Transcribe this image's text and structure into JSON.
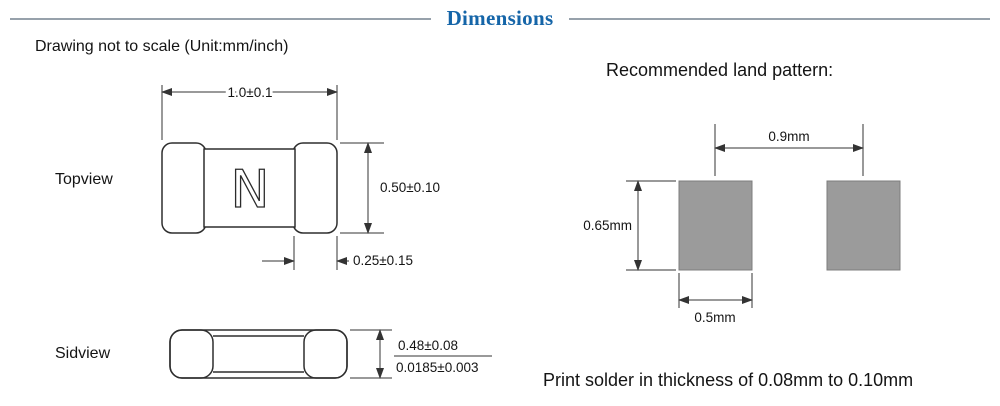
{
  "colors": {
    "accent": "#1565a8",
    "pad_fill": "#9b9b9b",
    "pad_stroke": "#7d7d7d"
  },
  "header": {
    "title": "Dimensions"
  },
  "drawing": {
    "note": "Drawing not to scale (Unit:mm/inch)",
    "topview": {
      "label": "Topview",
      "marking": "N",
      "width": "1.0±0.1",
      "height": "0.50±0.10",
      "terminal_width": "0.25±0.15"
    },
    "sideview": {
      "label": "Sidview",
      "thickness_mm": "0.48±0.08",
      "thickness_inch": "0.0185±0.003"
    }
  },
  "land_pattern": {
    "title": "Recommended land pattern:",
    "pad_pitch": "0.9mm",
    "pad_height": "0.65mm",
    "pad_width": "0.5mm",
    "solder_note": "Print solder in thickness of 0.08mm to 0.10mm"
  }
}
